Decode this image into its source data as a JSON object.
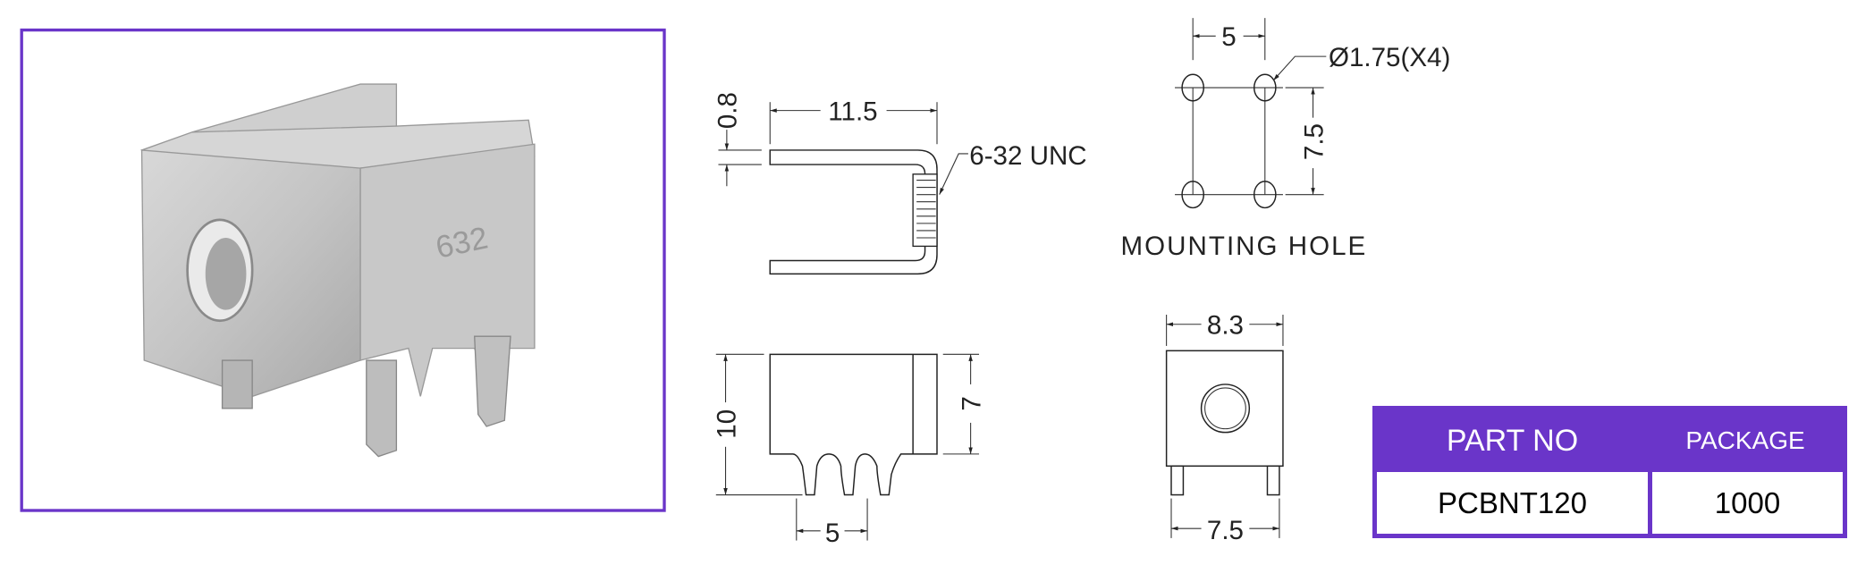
{
  "colors": {
    "accent": "#6a35c9",
    "line": "#222222"
  },
  "photo": {
    "stamp_text": "632"
  },
  "side_view": {
    "length": "11.5",
    "thickness": "0.8",
    "thread": "6-32 UNC"
  },
  "mounting_hole": {
    "spacing_x": "5",
    "spacing_y": "7.5",
    "hole_diameter": "Ø1.75(X4)",
    "title": "MOUNTING HOLE"
  },
  "front_view": {
    "height_total": "10",
    "height_body": "7",
    "pin_spacing": "5"
  },
  "end_view": {
    "width": "8.3",
    "pin_spacing": "7.5"
  },
  "table": {
    "headers": [
      "PART NO",
      "PACKAGE"
    ],
    "rows": [
      [
        "PCBNT120",
        "1000"
      ]
    ]
  }
}
